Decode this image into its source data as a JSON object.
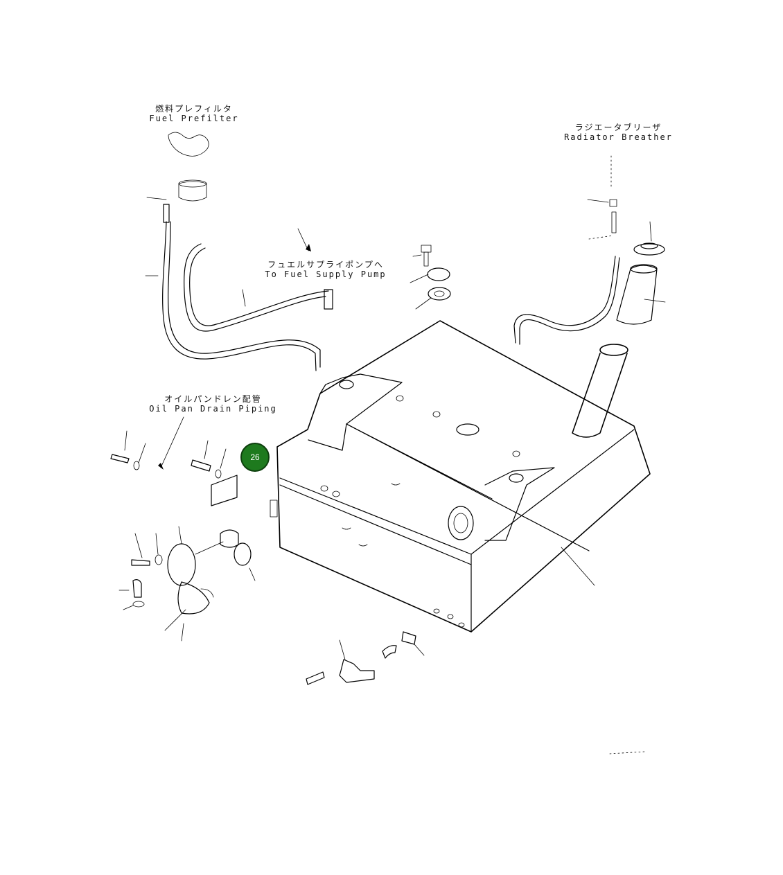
{
  "labels": {
    "fuel_prefilter": {
      "jp": "燃料プレフィルタ",
      "en": "Fuel Prefilter"
    },
    "radiator_breather": {
      "jp": "ラジエータブリーザ",
      "en": "Radiator Breather"
    },
    "fuel_supply_pump": {
      "jp": "フュエルサプライポンプへ",
      "en": "To Fuel Supply Pump"
    },
    "oil_pan_drain": {
      "jp": "オイルパンドレン配管",
      "en": "Oil Pan Drain Piping"
    }
  },
  "callout": {
    "number": "26",
    "color": "#1e7a1e"
  }
}
